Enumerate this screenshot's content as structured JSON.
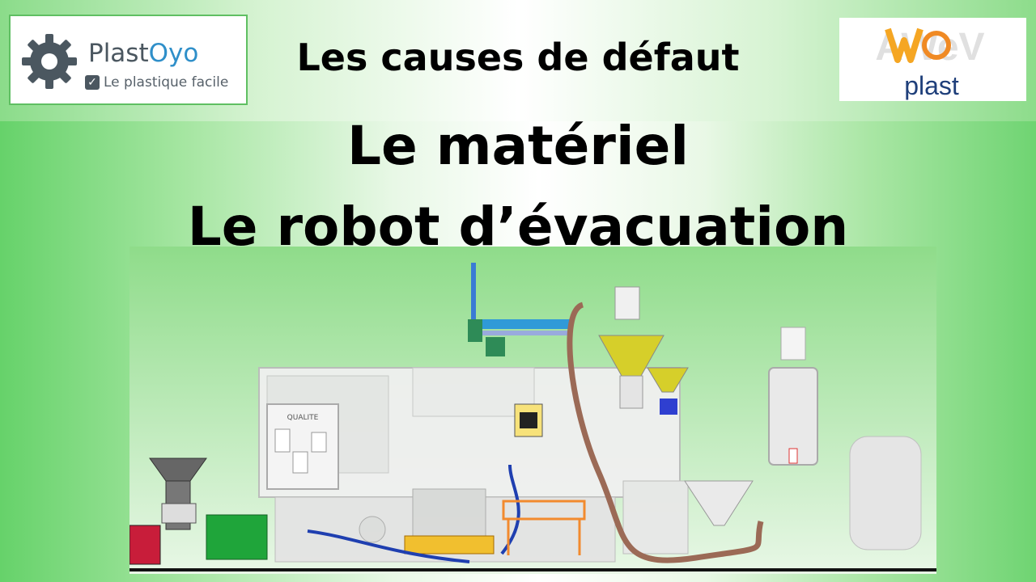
{
  "header": {
    "logo_left": {
      "brand_part1": "Plast",
      "brand_part2": "Oyo",
      "tagline": "Le plastique facile",
      "icon": "gear-icon"
    },
    "logo_right": {
      "brand_word": "AWeV",
      "brand_sub": "plast"
    }
  },
  "titles": {
    "subtitle": "Les causes de défaut",
    "line1": "Le matériel",
    "line2": "Le robot d’évacuation"
  },
  "illustration": {
    "machine_label": "QUALITE"
  },
  "colors": {
    "green_dark": "#4fc24f",
    "accent_blue": "#2f8fc9",
    "text": "#000000"
  }
}
